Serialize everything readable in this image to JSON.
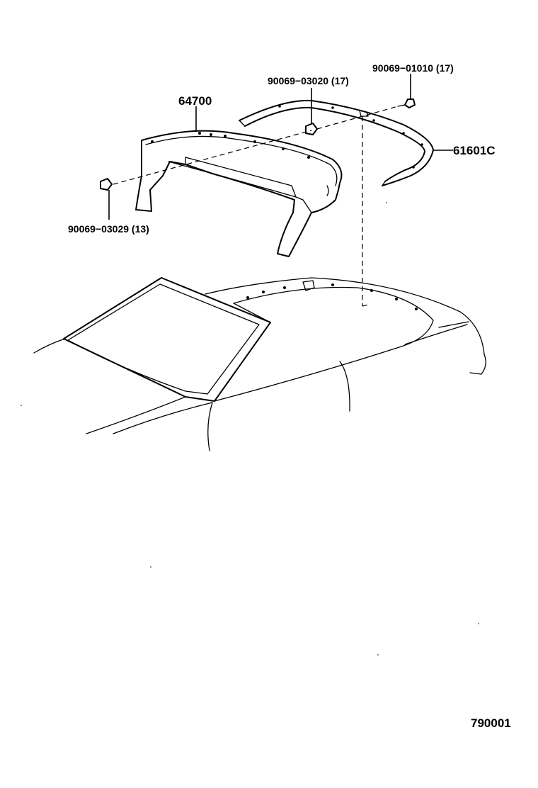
{
  "diagram": {
    "callouts": [
      {
        "id": "part-64700",
        "text": "64700"
      },
      {
        "id": "part-61601c",
        "text": "61601C"
      },
      {
        "id": "bolt-90069-01010",
        "text": "90069−01010 (17)"
      },
      {
        "id": "nut-90069-03020",
        "text": "90069−03020 (17)"
      },
      {
        "id": "nut-90069-03029",
        "text": "90069−03029 (13)"
      }
    ],
    "figure_number": "790001"
  }
}
